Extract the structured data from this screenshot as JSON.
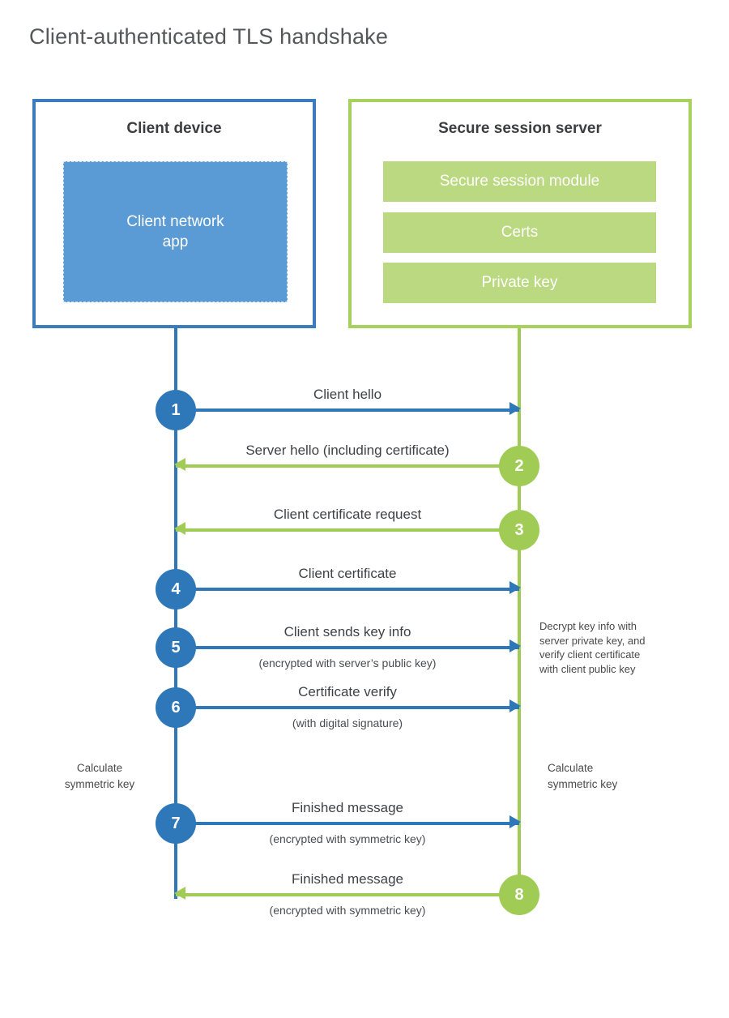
{
  "title": "Client-authenticated TLS handshake",
  "colors": {
    "blue": "#2e78ba",
    "blue_border": "#3a7cbd",
    "blue_fill": "#5b9bd5",
    "green": "#a0cc55",
    "green_border": "#a5d15c",
    "green_fill": "#bad980",
    "text_dark": "#3f4245",
    "text_gray": "#55575b"
  },
  "client": {
    "title": "Client device",
    "app_label": "Client network app"
  },
  "server": {
    "title": "Secure session server",
    "modules": [
      "Secure session module",
      "Certs",
      "Private key"
    ]
  },
  "messages": [
    {
      "num": "1",
      "label": "Client hello",
      "direction": "right",
      "color": "blue"
    },
    {
      "num": "2",
      "label": "Server hello (including certificate)",
      "direction": "left",
      "color": "green"
    },
    {
      "num": "3",
      "label": "Client certificate request",
      "direction": "left",
      "color": "green"
    },
    {
      "num": "4",
      "label": "Client certificate",
      "direction": "right",
      "color": "blue"
    },
    {
      "num": "5",
      "label": "Client sends key info",
      "sub": "(encrypted with server’s public key)",
      "direction": "right",
      "color": "blue"
    },
    {
      "num": "6",
      "label": "Certificate verify",
      "sub": "(with digital signature)",
      "direction": "right",
      "color": "blue"
    },
    {
      "num": "7",
      "label": "Finished message",
      "sub": "(encrypted with symmetric key)",
      "direction": "right",
      "color": "blue"
    },
    {
      "num": "8",
      "label": "Finished message",
      "sub": "(encrypted with symmetric key)",
      "direction": "left",
      "color": "green"
    }
  ],
  "annotations": {
    "server_note": "Decrypt key info with\nserver private key, and\nverify client certificate\nwith client public key",
    "calc_left": "Calculate\nsymmetric key",
    "calc_right": "Calculate\nsymmetric key"
  }
}
